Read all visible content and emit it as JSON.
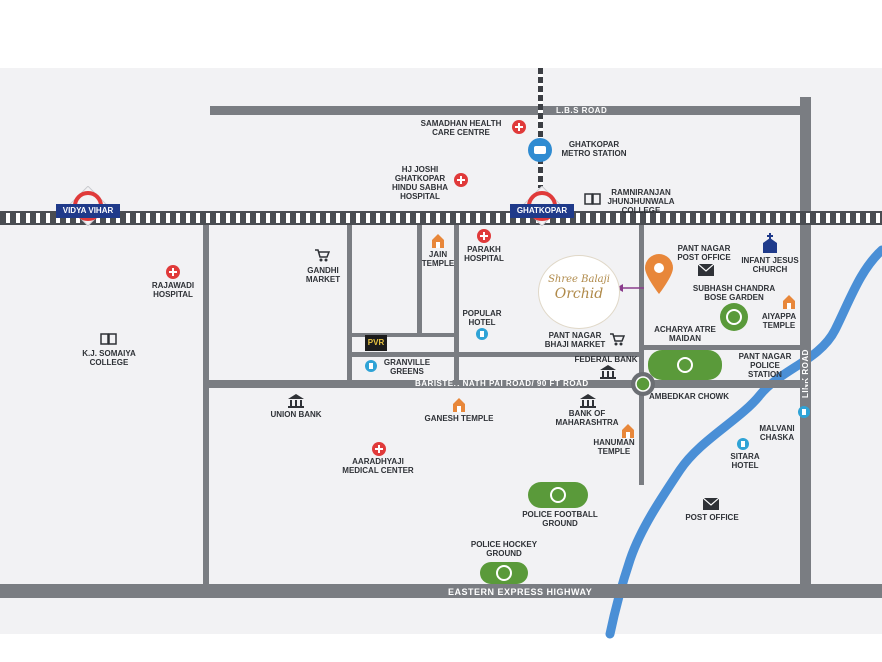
{
  "roads": {
    "lbs": "L.B.S ROAD",
    "link": "LINK ROAD",
    "barister": "BARISTER NATH PAI ROAD/ 90 FT ROAD",
    "eastern": "EASTERN EXPRESS HIGHWAY"
  },
  "stations": {
    "vidya_vihar": "VIDYA VIHAR",
    "ghatkopar": "GHATKOPAR"
  },
  "places": {
    "samadhan": "SAMADHAN HEALTH\nCARE CENTRE",
    "metro": "GHATKOPAR\nMETRO STATION",
    "hj_joshi": "HJ JOSHI\nGHATKOPAR\nHINDU SABHA\nHOSPITAL",
    "ramniranjan": "RAMNIRANJAN\nJHUNJHUNWALA\nCOLLEGE",
    "rajawadi": "RAJAWADI\nHOSPITAL",
    "gandhi": "GANDHI\nMARKET",
    "jain": "JAIN\nTEMPLE",
    "parakh": "PARAKH\nHOSPITAL",
    "pant_po": "PANT NAGAR\nPOST OFFICE",
    "infant": "INFANT JESUS\nCHURCH",
    "subhash": "SUBHASH CHANDRA\nBOSE GARDEN",
    "ayappa": "AIYAPPA\nTEMPLE",
    "kj": "K.J. SOMAIYA\nCOLLEGE",
    "popular": "POPULAR\nHOTEL",
    "pant_bhaji": "PANT NAGAR\nBHAJI MARKET",
    "acharya": "ACHARYA ATRE\nMAIDAN",
    "pvr": "PVR",
    "granville": "GRANVILLE\nGREENS",
    "federal": "FEDERAL BANK",
    "pant_police": "PANT NAGAR\nPOLICE\nSTATION",
    "union": "UNION BANK",
    "ganesh": "GANESH TEMPLE",
    "ambedkar": "AMBEDKAR CHOWK",
    "bom": "BANK OF\nMAHARASHTRA",
    "hanuman": "HANUMAN\nTEMPLE",
    "malvani": "MALVANI\nCHASKA",
    "sitara": "SITARA\nHOTEL",
    "aaradhyaji": "AARADHYAJI\nMEDICAL CENTER",
    "police_football": "POLICE FOOTBALL\nGROUND",
    "post_office": "POST OFFICE",
    "police_hockey": "POLICE HOCKEY\nGROUND"
  },
  "project_logo": {
    "line1": "Shree Balaji",
    "line2": "Orchid"
  },
  "colors": {
    "road": "#7a7d82",
    "river": "#4a8fd6",
    "garden": "#5a9a3a",
    "hospital": "#e03a3a",
    "station_ring": "#e03a3a",
    "station_bar": "#1f3a8a",
    "pin": "#e8873a",
    "temple": "#e8873a"
  }
}
